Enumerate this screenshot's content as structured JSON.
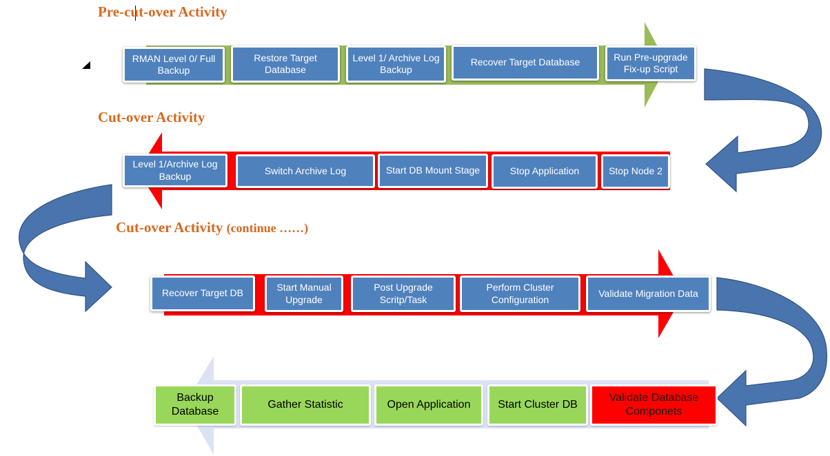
{
  "colors": {
    "heading": "#d7691e",
    "green_arrow": "#9bbb59",
    "red_arrow": "#ff0000",
    "light_arrow": "#dbe3f3",
    "blue_box": "#4f81bd",
    "green_box": "#99d75a",
    "red_box": "#ff0000",
    "curve_arrow": "#4a74ad"
  },
  "sections": [
    {
      "heading": "Pre-cut-over Activity",
      "heading_suffix": "",
      "direction": "right",
      "steps": [
        "RMAN Level 0/ Full Backup",
        "Restore Target Database",
        "Level 1/ Archive Log Backup",
        "Recover Target Database",
        "Run Pre-upgrade Fix-up Script"
      ]
    },
    {
      "heading": "Cut-over Activity",
      "heading_suffix": "",
      "direction": "left",
      "steps": [
        "Level 1/Archive Log Backup",
        "Switch Archive Log",
        "Start DB Mount Stage",
        "Stop Application",
        "Stop Node 2"
      ]
    },
    {
      "heading": "Cut-over Activity",
      "heading_suffix": "(continue ……)",
      "direction": "right",
      "steps": [
        "Recover Target DB",
        "Start Manual Upgrade",
        "Post Upgrade Scritp/Task",
        "Perform Cluster Configuration",
        "Validate Migration Data"
      ]
    },
    {
      "heading": "",
      "heading_suffix": "",
      "direction": "left",
      "steps": [
        "Backup Database",
        "Gather Statistic",
        "Open Application",
        "Start Cluster DB",
        "Validate Database Componets"
      ]
    }
  ]
}
